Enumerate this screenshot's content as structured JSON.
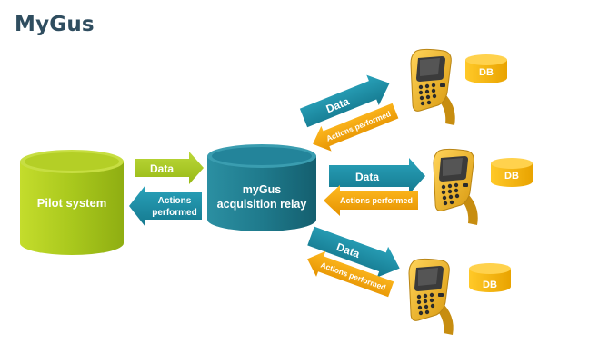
{
  "title": "MyGus",
  "colors": {
    "title": "#2f4d5f",
    "pilot_green": "#a9c81d",
    "relay_teal": "#1f7a8c",
    "data_arrow": "#1b8ea6",
    "actions_arrow": "#f5a400",
    "device_yellow": "#f3bd2c",
    "db_yellow": "#f6b915"
  },
  "nodes": {
    "pilot": "Pilot system",
    "relay_line1": "myGus",
    "relay_line2": "acquisition relay",
    "db": "DB"
  },
  "arrows": {
    "data": "Data",
    "actions_line1": "Actions",
    "actions_line2": "performed",
    "actions": "Actions performed"
  }
}
